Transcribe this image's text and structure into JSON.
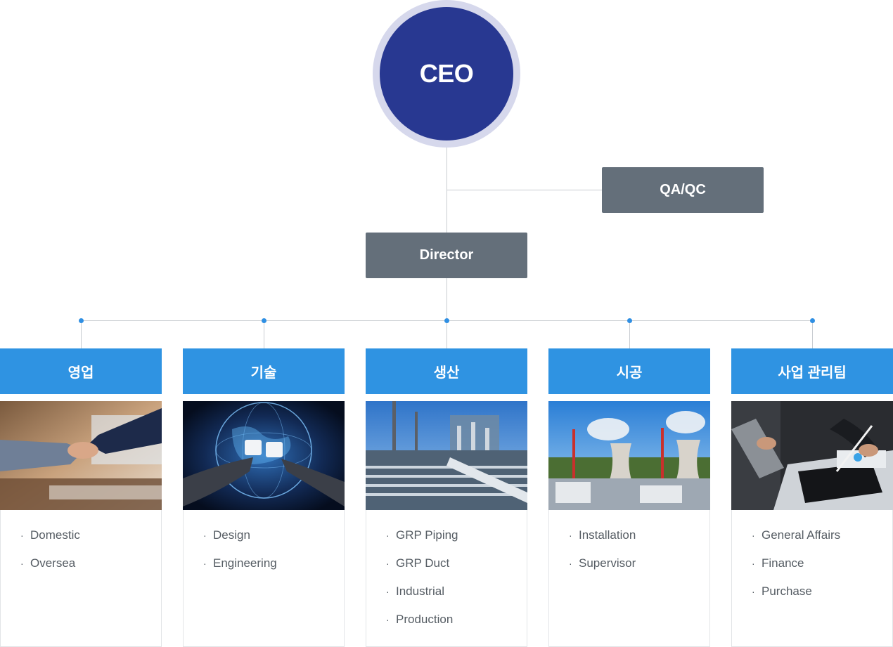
{
  "ceo": {
    "label": "CEO"
  },
  "qa": {
    "label": "QA/QC"
  },
  "director": {
    "label": "Director"
  },
  "departments": [
    {
      "name": "영업",
      "image": "handshake-photo",
      "items": [
        "Domestic",
        "Oversea"
      ]
    },
    {
      "name": "기술",
      "image": "globe-puzzle-photo",
      "items": [
        "Design",
        "Engineering"
      ]
    },
    {
      "name": "생산",
      "image": "industrial-plant-photo",
      "items": [
        "GRP Piping",
        "GRP Duct",
        "Industrial",
        "Production"
      ]
    },
    {
      "name": "시공",
      "image": "cooling-towers-photo",
      "items": [
        "Installation",
        "Supervisor"
      ]
    },
    {
      "name": "사업 관리팀",
      "image": "tablet-analysis-photo",
      "items": [
        "General Affairs",
        "Finance",
        "Purchase"
      ]
    }
  ],
  "colors": {
    "ceo": "#283891",
    "ceo_ring": "#d6d8ec",
    "gray_box": "#646f7a",
    "dept_head": "#2f93e2",
    "connector": "#c8ccd1",
    "dot": "#2f8fe3"
  }
}
